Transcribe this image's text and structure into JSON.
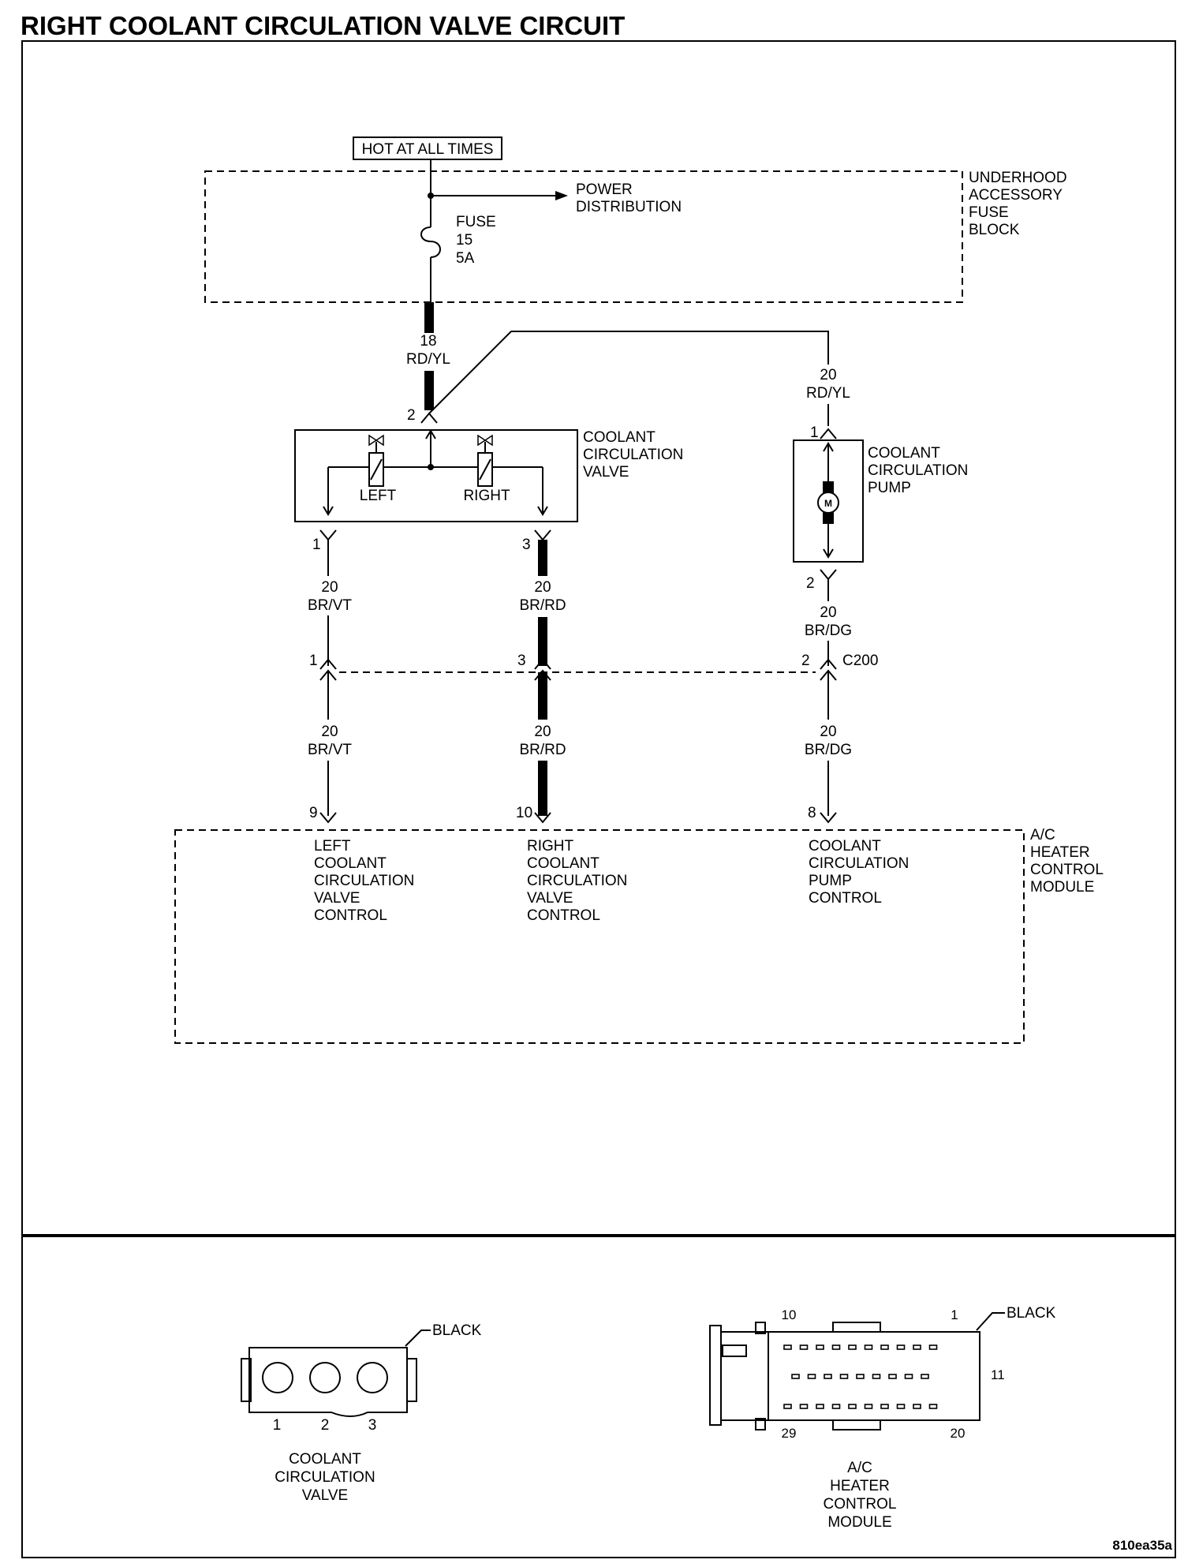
{
  "title": "RIGHT COOLANT CIRCULATION VALVE CIRCUIT",
  "hot_label": "HOT AT ALL TIMES",
  "fuse_block": {
    "lines": [
      "UNDERHOOD",
      "ACCESSORY",
      "FUSE",
      "BLOCK"
    ],
    "fuse": [
      "FUSE",
      "15",
      "5A"
    ],
    "power": [
      "POWER",
      "DISTRIBUTION"
    ]
  },
  "wire_feed": {
    "gauge": "18",
    "color": "RD/YL",
    "pin": "2"
  },
  "wire_pump_feed": {
    "gauge": "20",
    "color": "RD/YL",
    "pin": "1"
  },
  "valve": {
    "name": [
      "COOLANT",
      "CIRCULATION",
      "VALVE"
    ],
    "left": "LEFT",
    "right": "RIGHT",
    "pin_left": "1",
    "pin_right": "3"
  },
  "pump": {
    "name": [
      "COOLANT",
      "CIRCULATION",
      "PUMP"
    ],
    "motor": "M",
    "pin_out": "2"
  },
  "wires_upper": [
    {
      "gauge": "20",
      "color": "BR/VT"
    },
    {
      "gauge": "20",
      "color": "BR/RD"
    },
    {
      "gauge": "20",
      "color": "BR/DG"
    }
  ],
  "connector": {
    "name": "C200",
    "pins": [
      "1",
      "3",
      "2"
    ]
  },
  "wires_lower": [
    {
      "gauge": "20",
      "color": "BR/VT"
    },
    {
      "gauge": "20",
      "color": "BR/RD"
    },
    {
      "gauge": "20",
      "color": "BR/DG"
    }
  ],
  "module": {
    "name": [
      "A/C",
      "HEATER",
      "CONTROL",
      "MODULE"
    ],
    "pins": [
      "9",
      "10",
      "8"
    ],
    "left_func": [
      "LEFT",
      "COOLANT",
      "CIRCULATION",
      "VALVE",
      "CONTROL"
    ],
    "right_func": [
      "RIGHT",
      "COOLANT",
      "CIRCULATION",
      "VALVE",
      "CONTROL"
    ],
    "pump_func": [
      "COOLANT",
      "CIRCULATION",
      "PUMP",
      "CONTROL"
    ]
  },
  "conn_valve": {
    "color": "BLACK",
    "pins": [
      "1",
      "2",
      "3"
    ],
    "name": [
      "COOLANT",
      "CIRCULATION",
      "VALVE"
    ]
  },
  "conn_module": {
    "color": "BLACK",
    "pins": [
      "10",
      "1",
      "11",
      "29",
      "20"
    ],
    "name": [
      "A/C",
      "HEATER",
      "CONTROL",
      "MODULE"
    ]
  },
  "figure_id": "810ea35a"
}
